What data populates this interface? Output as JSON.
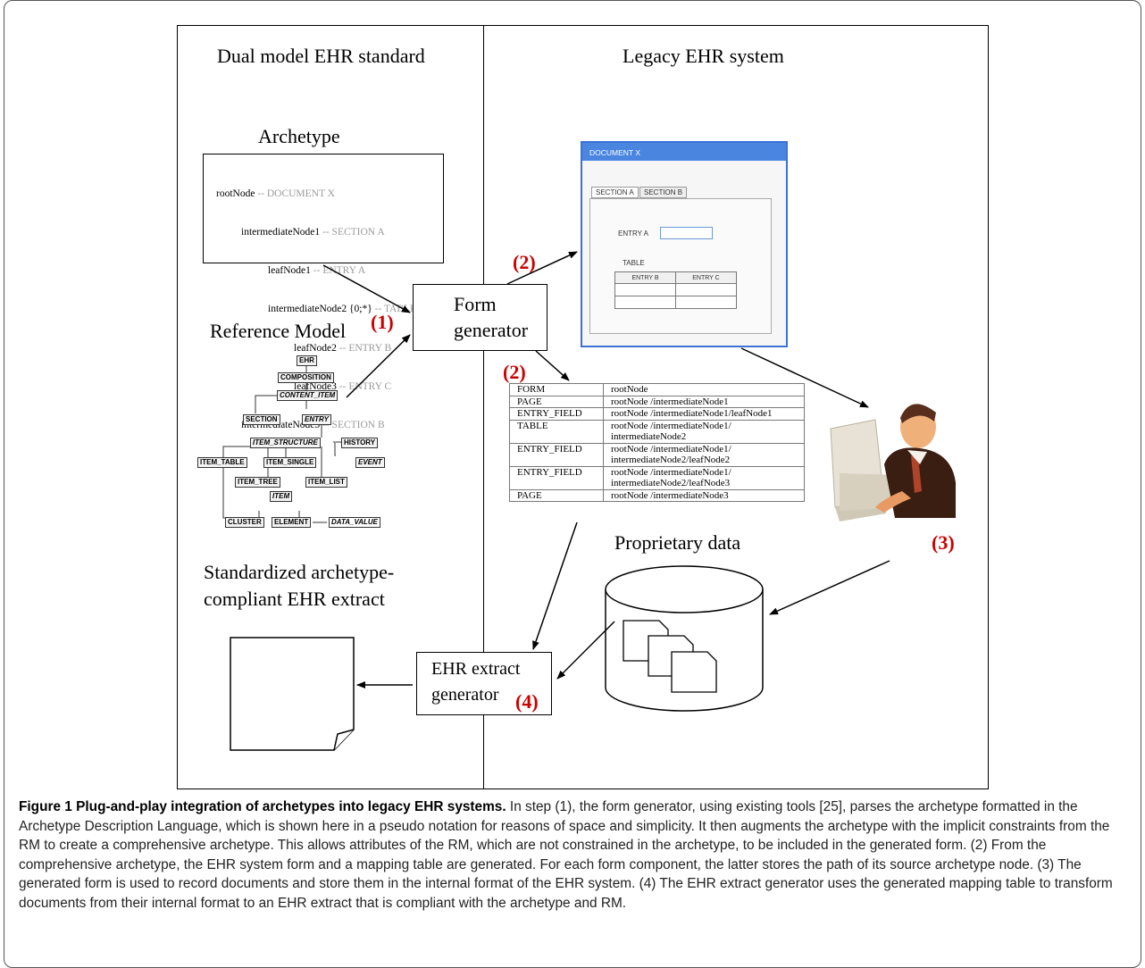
{
  "headings": {
    "left": "Dual model EHR standard",
    "right": "Legacy EHR system",
    "archetype": "Archetype",
    "reference_model": "Reference Model",
    "proprietary": "Proprietary data",
    "standardized_line1": "Standardized archetype-",
    "standardized_line2": "compliant EHR extract"
  },
  "archetype_lines": [
    {
      "main": "rootNode",
      "note": " -- DOCUMENT X"
    },
    {
      "main": "intermediateNode1",
      "note": " -- SECTION A"
    },
    {
      "main": "leafNode1",
      "note": " -- ENTRY A"
    },
    {
      "main": "intermediateNode2 {0;*}",
      "note": " -- TABLE"
    },
    {
      "main": "leafNode2",
      "note": " -- ENTRY B"
    },
    {
      "main": "leafNode3",
      "note": " -- ENTRY C"
    },
    {
      "main": "intermediateNode3",
      "note": " -- SECTION B"
    }
  ],
  "boxes": {
    "form_gen_1": "Form",
    "form_gen_2": "generator",
    "extract_gen_1": "EHR extract",
    "extract_gen_2": "generator"
  },
  "steps": {
    "s1": "(1)",
    "s2": "(2)",
    "s3": "(3)",
    "s4": "(4)"
  },
  "form_mock": {
    "title": "DOCUMENT X",
    "tab1": "SECTION A",
    "tab2": "SECTION B",
    "entry_a": "ENTRY A",
    "table": "TABLE",
    "col1": "ENTRY B",
    "col2": "ENTRY C"
  },
  "rm_nodes": {
    "ehr": "EHR",
    "composition": "COMPOSITION",
    "content_item": "CONTENT_ITEM",
    "section": "SECTION",
    "entry": "ENTRY",
    "item_structure": "ITEM_STRUCTURE",
    "history": "HISTORY",
    "item_table": "ITEM_TABLE",
    "item_single": "ITEM_SINGLE",
    "event": "EVENT",
    "item_tree": "ITEM_TREE",
    "item_list": "ITEM_LIST",
    "item": "ITEM",
    "cluster": "CLUSTER",
    "element": "ELEMENT",
    "data_value": "DATA_VALUE"
  },
  "mapping_table": [
    [
      "FORM",
      "rootNode"
    ],
    [
      "PAGE",
      "rootNode /intermediateNode1"
    ],
    [
      "ENTRY_FIELD",
      "rootNode /intermediateNode1/leafNode1"
    ],
    [
      "TABLE",
      "rootNode /intermediateNode1/\nintermediateNode2"
    ],
    [
      "ENTRY_FIELD",
      "rootNode /intermediateNode1/\nintermediateNode2/leafNode2"
    ],
    [
      "ENTRY_FIELD",
      "rootNode /intermediateNode1/\nintermediateNode2/leafNode3"
    ],
    [
      "PAGE",
      "rootNode /intermediateNode3"
    ]
  ],
  "caption": {
    "bold": "Figure 1 Plug-and-play integration of archetypes into legacy EHR systems.",
    "text": " In step (1), the form generator, using existing tools [25], parses the archetype formatted in the Archetype Description Language, which is shown here in a pseudo notation for reasons of space and simplicity. It then augments the archetype with the implicit constraints from the RM to create a comprehensive archetype. This allows attributes of the RM, which are not constrained in the archetype, to be included in the generated form. (2) From the comprehensive archetype, the EHR system form and a mapping table are generated. For each form component, the latter stores the path of its source archetype node. (3) The generated form is used to record documents and store them in the internal format of the EHR system. (4) The EHR extract generator uses the generated mapping table to transform documents from their internal format to an EHR extract that is compliant with the archetype and RM."
  }
}
